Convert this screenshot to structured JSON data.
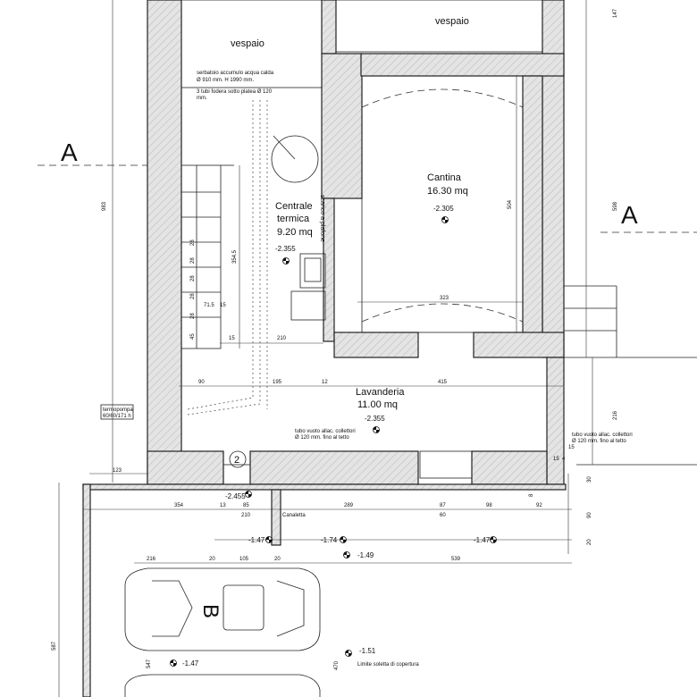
{
  "section_marks": {
    "left": "A",
    "right": "A",
    "car": "B"
  },
  "rooms": {
    "vespaio_left": "vespaio",
    "vespaio_right": "vespaio",
    "centrale": {
      "line1": "Centrale",
      "line2": "termica",
      "area": "9.20 mq",
      "level": "-2.355"
    },
    "cantina": {
      "name": "Cantina",
      "area": "16.30 mq",
      "level": "-2.305"
    },
    "lavanderia": {
      "name": "Lavanderia",
      "area": "11.00 mq",
      "level": "-2.355"
    }
  },
  "notes": {
    "serbatoio_1": "serbatoio accumulo acqua calda",
    "serbatoio_2": "Ø 910 mm. H 1990 mm.",
    "tubi_1": "3 tubi fodera sotto platea Ø 120",
    "tubi_2": "mm.",
    "scarico": "scarico a plafone",
    "termopompa_1": "termopompa",
    "termopompa_2": "60/60/171 h",
    "tubo_mid_1": "tubo vuoto allac. collettori",
    "tubo_mid_2": "Ø 120 mm. fino al tetto",
    "tubo_right_1": "tubo vuoto allac. collettori",
    "tubo_right_2": "Ø 120 mm. fino al tetto",
    "canaletta": "Canaletta",
    "limite": "Limite soletta di copertura",
    "circle_num": "2"
  },
  "levels": {
    "l1": "-2.455",
    "l2": "-1.47",
    "l3": "-1.74",
    "l4": "-1.47",
    "l5": "-1.49",
    "l6": "-1.51",
    "l7": "-1.47"
  },
  "dimensions": {
    "d147": "147",
    "d983": "983",
    "d598": "598",
    "d504": "504",
    "d354_5": "354.5",
    "d323": "323",
    "d216r": "216",
    "d28a": "28",
    "d28b": "28",
    "d28c": "28",
    "d28d": "28",
    "d28e": "28",
    "d71_5": "71.5",
    "d15a": "15",
    "d45": "45",
    "d15b": "15",
    "d210a": "210",
    "d90": "90",
    "d195": "195",
    "d12": "12",
    "d415": "415",
    "d123": "123",
    "d354": "354",
    "d13": "13",
    "d85": "85",
    "d210b": "210",
    "d289": "289",
    "d87": "87",
    "d60": "60",
    "d98": "98",
    "d92": "92",
    "d216": "216",
    "d20a": "20",
    "d105": "105",
    "d20b": "20",
    "d539": "539",
    "d587": "587",
    "d547": "547",
    "d470": "470",
    "d30": "30",
    "d90r": "90",
    "d20r": "20",
    "d8": "8",
    "d15r": "15",
    "d4": "4",
    "d15c": "15"
  }
}
